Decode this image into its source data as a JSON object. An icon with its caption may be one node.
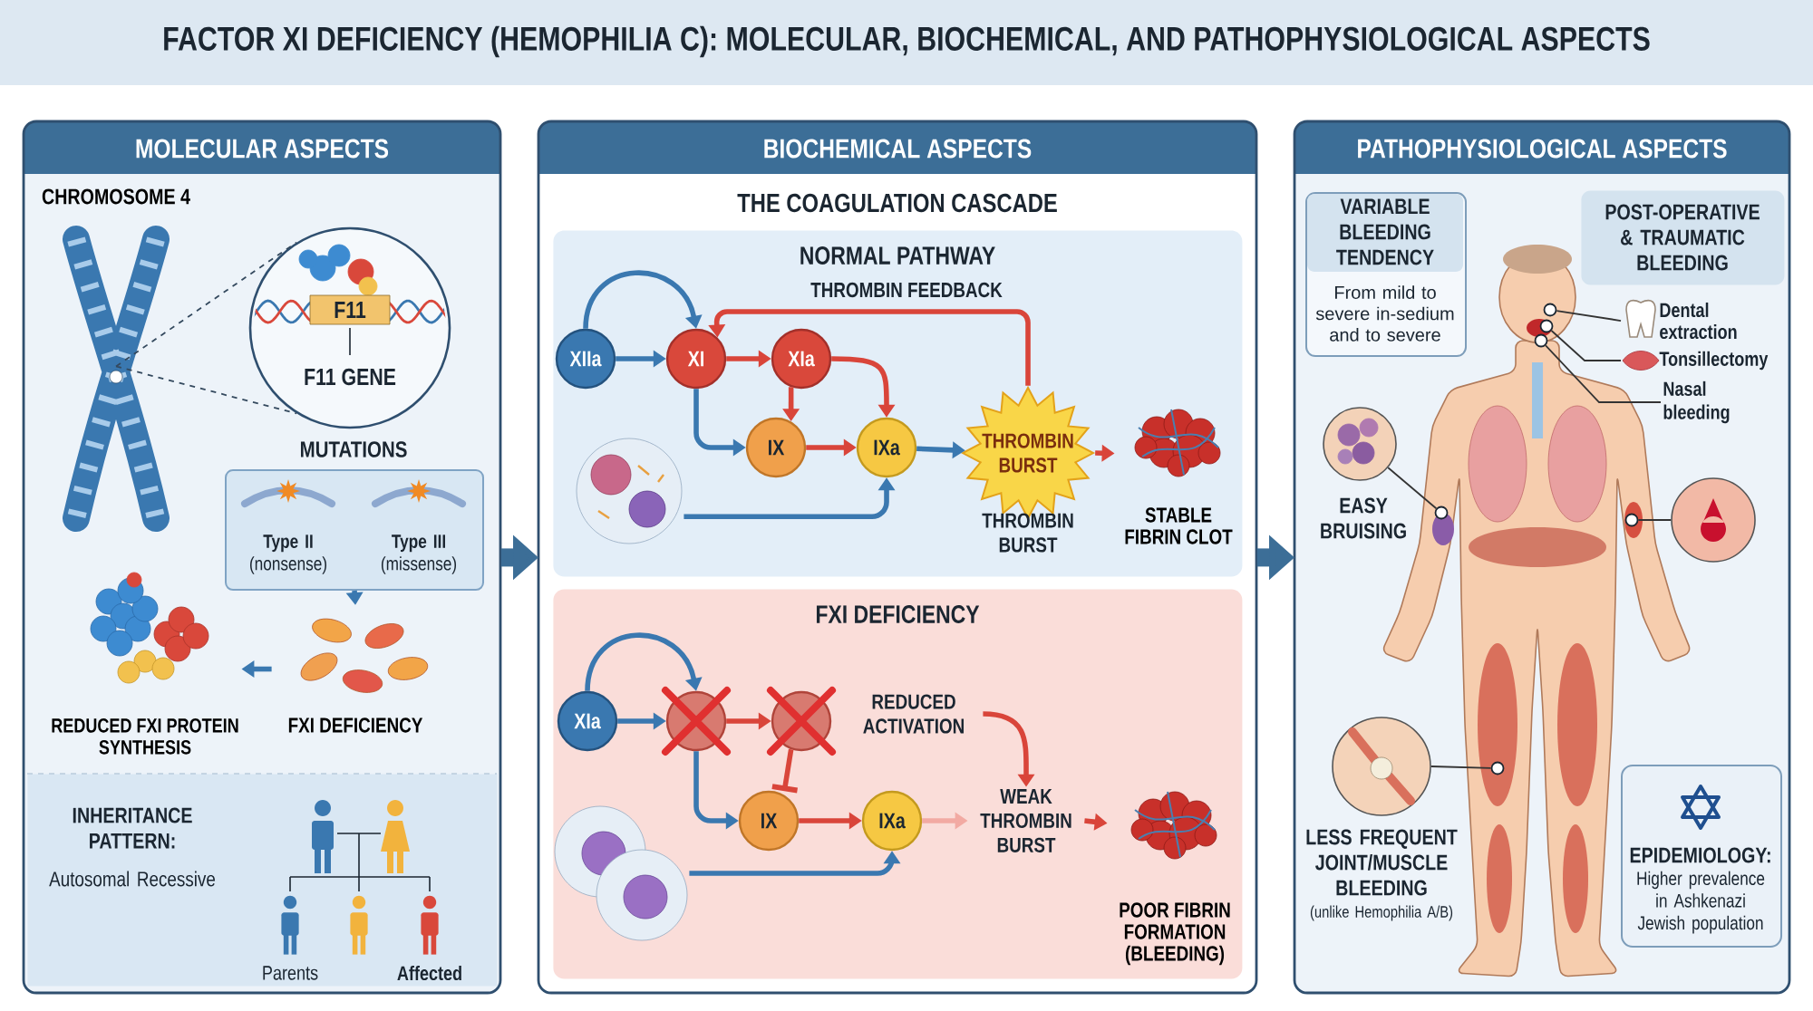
{
  "diagram": {
    "title": "FACTOR XI DEFICIENCY (HEMOPHILIA C): MOLECULAR, BIOCHEMICAL, AND PATHOPHYSIOLOGICAL ASPECTS",
    "nodes": [
      {
        "text": [
          "MOLECULAR ASPECTS"
        ]
      },
      {
        "text": [
          "CHROMOSOME 4"
        ],
        "in": 0
      },
      {
        "text": [
          "F11",
          "F11 GENE"
        ],
        "in": 0
      },
      {
        "text": [
          "MUTATIONS",
          "**Type II** (nonsense)",
          "**Type III** (missense)"
        ],
        "in": 0
      },
      {
        "text": [
          "FXI DEFICIENCY"
        ],
        "in": 0
      },
      {
        "text": [
          "REDUCED FXI PROTEIN SYNTHESIS"
        ],
        "in": 0
      },
      {
        "text": [
          "INHERITANCE PATTERN:",
          "Autosomal Recessive"
        ],
        "in": 0
      },
      {
        "text": [
          "BIOCHEMICAL ASPECTS",
          "THE COAGULATION CASCADE"
        ]
      },
      {
        "text": [
          "NORMAL PATHWAY"
        ],
        "in": 7
      },
      {
        "text": [
          "XIIa"
        ],
        "in": 8
      },
      {
        "text": [
          "XI"
        ],
        "in": 8
      },
      {
        "text": [
          "XIa"
        ],
        "in": 8
      },
      {
        "text": [
          "IX"
        ],
        "in": 8
      },
      {
        "text": [
          "IXa"
        ],
        "in": 8
      },
      {
        "text": [
          "THROMBIN BURST"
        ],
        "beside": [
          "THROMBIN BURST"
        ],
        "in": 8
      },
      {
        "text": [
          "STABLE FIBRIN CLOT"
        ],
        "in": 8
      },
      {
        "text": [],
        "shape": "picture",
        "in": 8
      },
      {
        "text": [
          "FXI DEFICIENCY"
        ],
        "in": 7
      },
      {
        "text": [
          "XIa"
        ],
        "in": 17
      },
      {
        "text": [],
        "shape": "circle",
        "in": 17
      },
      {
        "text": [],
        "shape": "circle",
        "in": 17
      },
      {
        "text": [
          "REDUCED ACTIVATION"
        ],
        "in": 17
      },
      {
        "text": [
          "IX"
        ],
        "in": 17
      },
      {
        "text": [
          "IXa"
        ],
        "in": 17
      },
      {
        "text": [
          "WEAK THROMBIN BURST"
        ],
        "in": 17
      },
      {
        "text": [
          "POOR FIBRIN FORMATION (BLEEDING)"
        ],
        "in": 17
      },
      {
        "text": [],
        "shape": "picture",
        "in": 17
      },
      {
        "text": [
          "PATHOPHYSIOLOGICAL ASPECTS"
        ]
      },
      {
        "text": [
          "VARIABLE BLEEDING TENDENCY",
          "From mild to severe in-sedium and to severe"
        ],
        "in": 27
      },
      {
        "text": [
          "POST-OPERATIVE & TRAUMATIC BLEEDING"
        ],
        "in": 27
      },
      {
        "text": [
          "Dental extraction"
        ],
        "in": 27
      },
      {
        "text": [
          "Tonsillectomy"
        ],
        "in": 27
      },
      {
        "text": [
          "Nasal bleeding"
        ],
        "in": 27
      },
      {
        "text": [
          "EASY BRUISING"
        ],
        "in": 27
      },
      {
        "text": [],
        "shape": "picture",
        "in": 27
      },
      {
        "text": [
          "LESS FREQUENT JOINT/MUSCLE BLEEDING",
          "(unlike Hemophilia A/B)"
        ],
        "in": 27
      },
      {
        "text": [
          "EPIDEMIOLOGY:",
          "Higher prevalence in Ashkenazi Jewish population"
        ],
        "in": 27
      },
      {
        "text": [],
        "shape": "circle",
        "in": 27
      },
      {
        "text": [],
        "shape": "circle",
        "in": 27
      },
      {
        "text": [],
        "shape": "circle",
        "in": 27
      },
      {
        "text": [],
        "shape": "circle",
        "in": 27
      },
      {
        "text": [],
        "shape": "circle",
        "in": 27
      },
      {
        "text": [],
        "shape": "circle",
        "in": 27
      }
    ],
    "edges": [
      {
        "from": 1,
        "to": 2,
        "arrow": "none",
        "style": "dashed",
        "color": "#34495e"
      },
      {
        "from": 3,
        "to": 4,
        "arrow": "to",
        "color": "#3a78b0"
      },
      {
        "from": 4,
        "to": 5,
        "arrow": "to",
        "color": "#3a78b0"
      },
      {
        "from": 0,
        "to": 7,
        "arrow": "to",
        "style": "thick",
        "color": "#3c6e97"
      },
      {
        "from": 7,
        "to": 27,
        "arrow": "to",
        "style": "thick",
        "color": "#3c6e97"
      },
      {
        "from": 9,
        "to": 10,
        "arrow": "to",
        "color": "#3a78b0"
      },
      {
        "from": 9,
        "to": 10,
        "arrow": "to",
        "color": "#3a78b0"
      },
      {
        "from": 10,
        "to": 11,
        "arrow": "to",
        "color": "#d9453a"
      },
      {
        "from": 10,
        "to": 12,
        "arrow": "to",
        "color": "#3a78b0"
      },
      {
        "from": 11,
        "to": 12,
        "arrow": "to",
        "color": "#d9453a"
      },
      {
        "from": 11,
        "to": 13,
        "arrow": "to",
        "color": "#d9453a"
      },
      {
        "from": 12,
        "to": 13,
        "arrow": "to",
        "color": "#d9453a"
      },
      {
        "from": 13,
        "to": 14,
        "arrow": "to",
        "color": "#3a78b0"
      },
      {
        "from": 14,
        "to": 15,
        "arrow": "to",
        "color": "#d9453a"
      },
      {
        "from": 14,
        "to": 10,
        "arrow": "to",
        "label": "THROMBIN FEEDBACK",
        "color": "#d9453a"
      },
      {
        "from": 16,
        "to": 13,
        "arrow": "to",
        "color": "#3a78b0"
      },
      {
        "from": 18,
        "to": 19,
        "arrow": "to",
        "color": "#3a78b0"
      },
      {
        "from": 18,
        "to": 19,
        "arrow": "to",
        "color": "#3a78b0"
      },
      {
        "from": 19,
        "to": 20,
        "arrow": "to",
        "color": "#d9453a"
      },
      {
        "from": 19,
        "to": 22,
        "arrow": "to",
        "color": "#3a78b0"
      },
      {
        "from": 20,
        "to": 22,
        "arrow": "other",
        "color": "#d9453a"
      },
      {
        "from": 22,
        "to": 23,
        "arrow": "to",
        "color": "#d9453a"
      },
      {
        "from": 23,
        "to": 24,
        "arrow": "to",
        "color": "#f2aaa3"
      },
      {
        "from": 21,
        "to": 24,
        "arrow": "to",
        "color": "#d9453a"
      },
      {
        "from": 24,
        "to": 25,
        "arrow": "to",
        "color": "#d9453a"
      },
      {
        "from": 26,
        "to": 23,
        "arrow": "to",
        "color": "#3a78b0"
      },
      {
        "from": 30,
        "to": 37,
        "arrow": "none",
        "color": "#333333"
      },
      {
        "from": 31,
        "to": 38,
        "arrow": "none",
        "color": "#333333"
      },
      {
        "from": 32,
        "to": 39,
        "arrow": "none",
        "color": "#333333"
      },
      {
        "from": 33,
        "to": 40,
        "arrow": "none",
        "color": "#333333"
      },
      {
        "from": 34,
        "to": 41,
        "arrow": "none",
        "color": "#333333"
      },
      {
        "from": 35,
        "to": 42,
        "arrow": "none",
        "color": "#333333"
      }
    ],
    "labels": [
      "Parents",
      "Affected"
    ]
  }
}
